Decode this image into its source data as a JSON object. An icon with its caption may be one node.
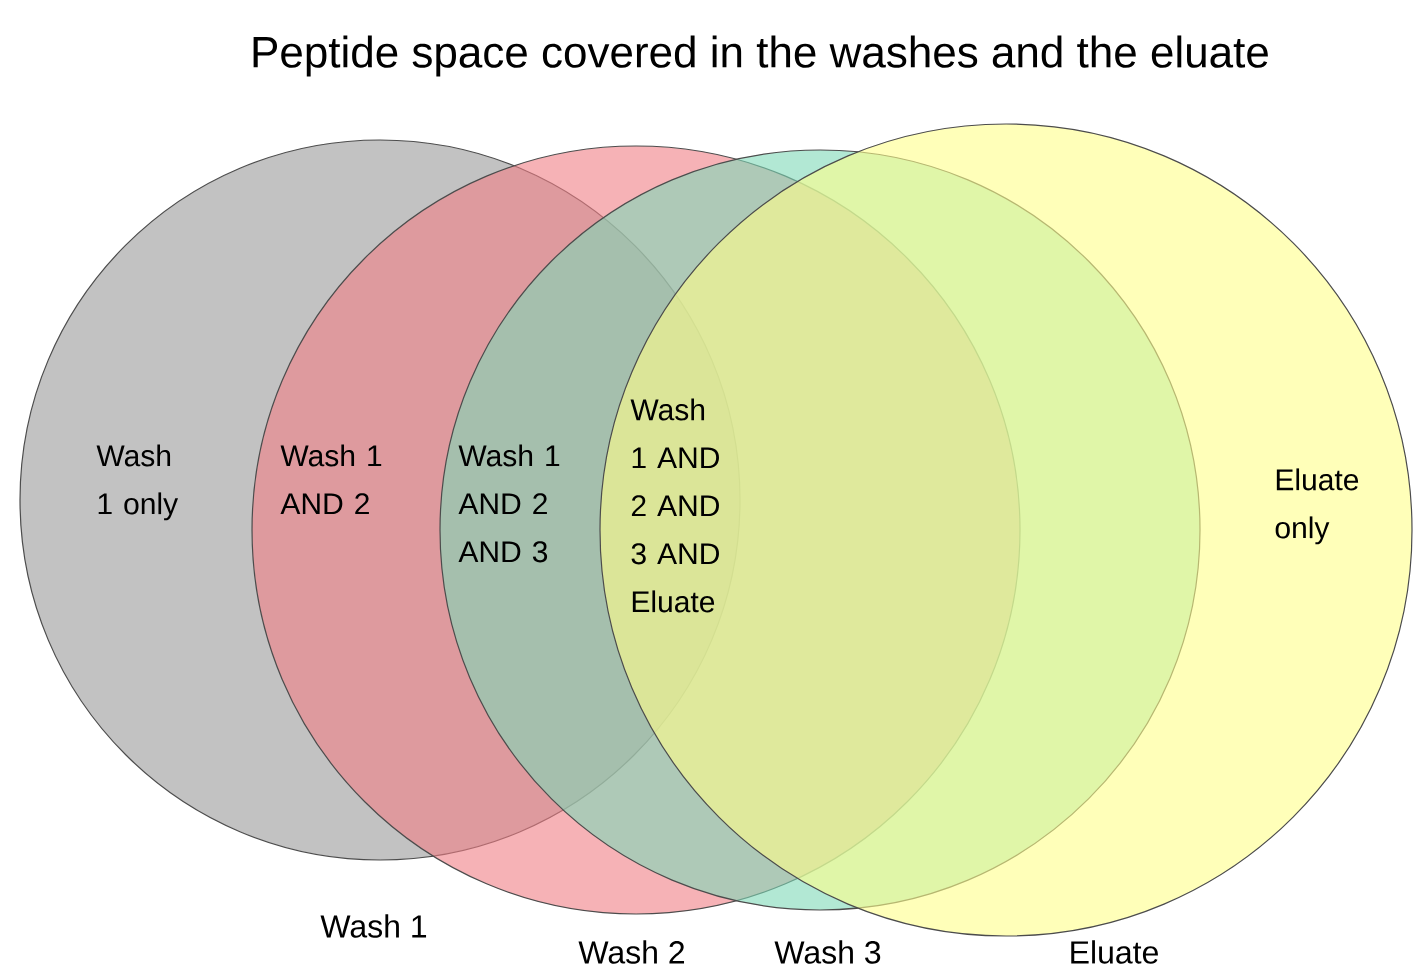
{
  "diagram": {
    "title": "Peptide space covered in the washes and the eluate",
    "nodes": [
      {
        "text": [
          "Wash 1"
        ]
      },
      {
        "text": [
          "Wash 2"
        ]
      },
      {
        "text": [
          "Wash 3"
        ]
      },
      {
        "text": [
          "Eluate"
        ]
      }
    ],
    "labels": [
      "Wash 1 only",
      "Wash 1 AND 2",
      "Wash 1 AND 2 AND 3",
      "Wash 1 AND 2 AND 3 AND Eluate",
      "Eluate only"
    ]
  }
}
